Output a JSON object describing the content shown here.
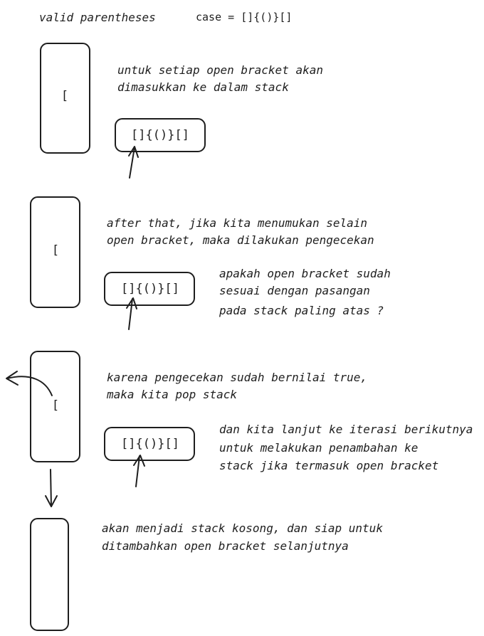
{
  "header": {
    "title": "valid parentheses",
    "case_label": "case = []{()}[]"
  },
  "steps": [
    {
      "stack_content": "[",
      "input_string": "[]{()}[]",
      "notes": [
        "untuk setiap open bracket akan",
        "dimasukkan ke dalam stack"
      ],
      "side_notes": []
    },
    {
      "stack_content": "[",
      "input_string": "[]{()}[]",
      "notes": [
        "after that, jika kita menumukan selain",
        "open bracket, maka dilakukan pengecekan"
      ],
      "side_notes": [
        "apakah open bracket sudah",
        "sesuai dengan pasangan",
        "pada stack paling atas ?"
      ]
    },
    {
      "stack_content": "[",
      "input_string": "[]{()}[]",
      "notes": [
        "karena pengecekan sudah bernilai true,",
        "maka kita pop stack"
      ],
      "side_notes": [
        "dan kita lanjut ke iterasi berikutnya",
        "untuk melakukan penambahan ke",
        "stack jika termasuk open bracket"
      ]
    },
    {
      "stack_content": "",
      "input_string": "",
      "notes": [
        "akan menjadi stack kosong, dan siap untuk",
        "ditambahkan open bracket selanjutnya"
      ],
      "side_notes": []
    }
  ]
}
